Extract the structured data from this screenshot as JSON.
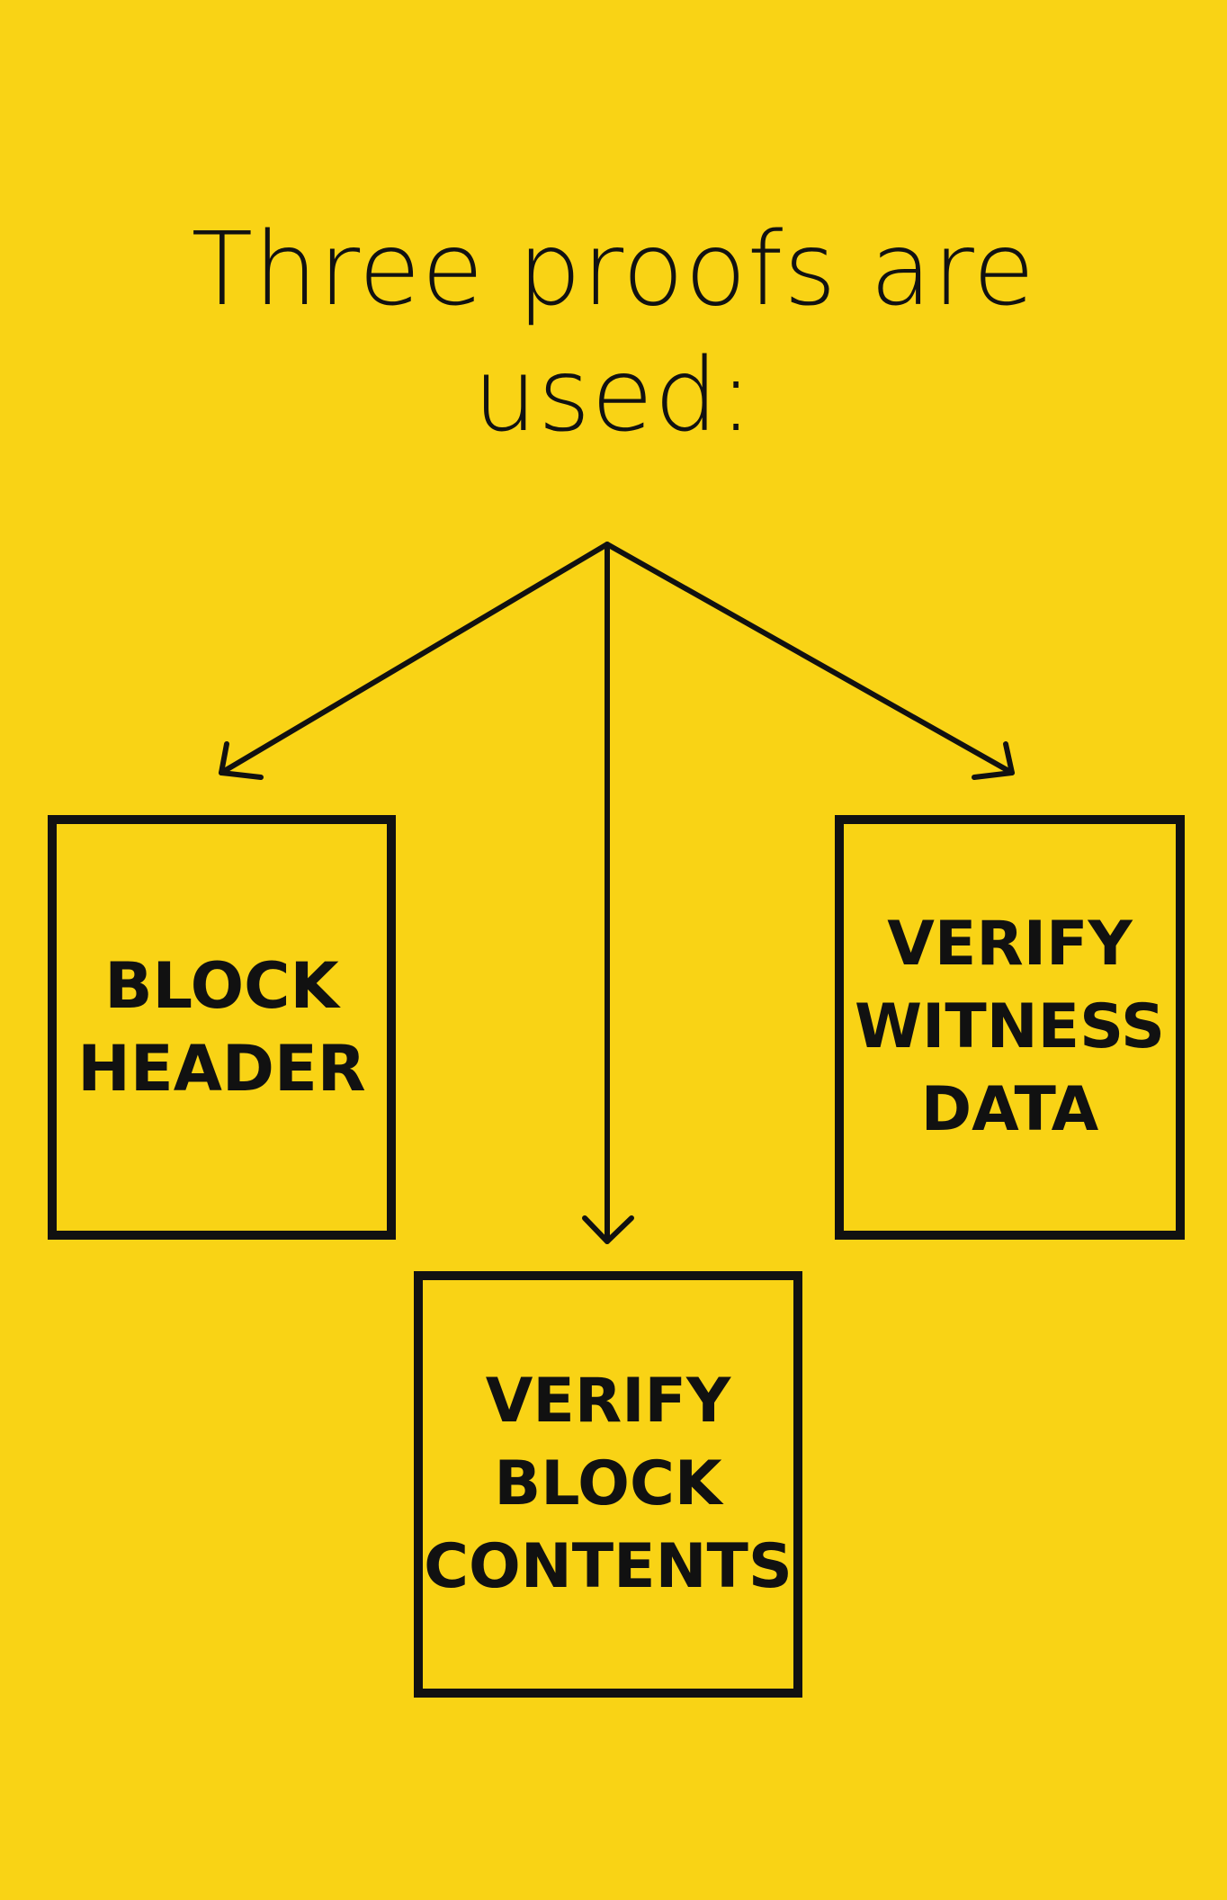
{
  "colors": {
    "background": "#F9D315",
    "ink": "#111111"
  },
  "title": {
    "line1": "Three proofs are",
    "line2": "used:"
  },
  "boxes": {
    "header": {
      "line1": "BLOCK",
      "line2": "HEADER"
    },
    "witness": {
      "line1": "VERIFY",
      "line2": "WITNESS",
      "line3": "DATA"
    },
    "contents": {
      "line1": "VERIFY",
      "line2": "BLOCK",
      "line3": "CONTENTS"
    }
  }
}
